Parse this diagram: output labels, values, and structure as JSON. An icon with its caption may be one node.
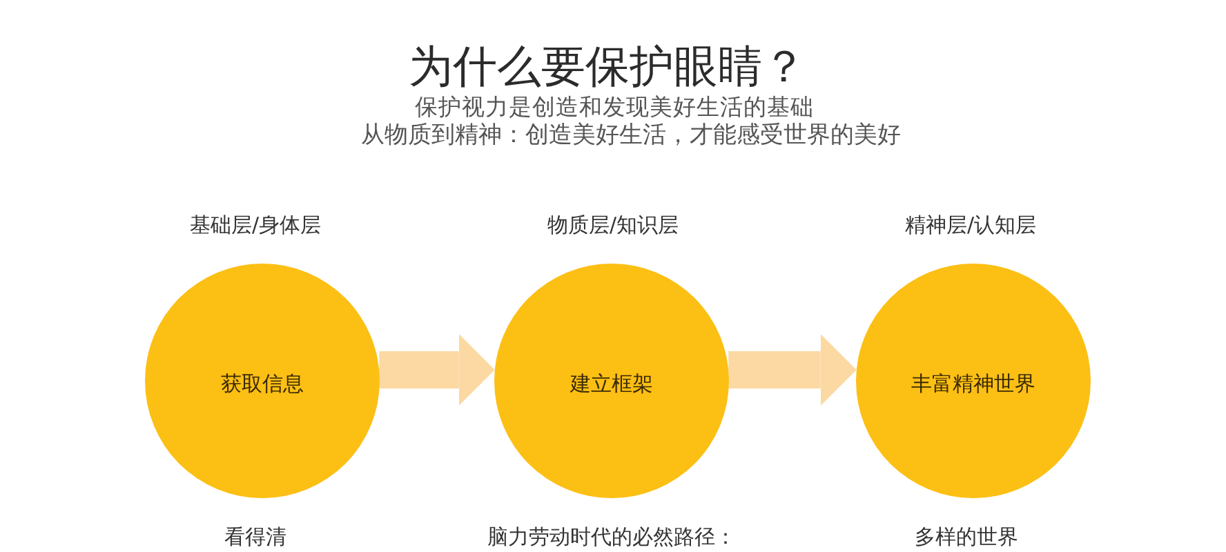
{
  "diagram": {
    "title": "为什么要保护眼睛？",
    "nodes": [
      {
        "text": [
          "获取信息"
        ],
        "beside": [
          "基础层/身体层",
          "看得清"
        ]
      },
      {
        "text": [
          "建立框架"
        ],
        "beside": [
          "物质层/知识层",
          "脑力劳动时代的必然路径："
        ]
      },
      {
        "text": [
          "丰富精神世界"
        ],
        "beside": [
          "精神层/认知层",
          "多样的世界"
        ]
      }
    ],
    "edges": [
      {
        "from": 0,
        "to": 1,
        "arrow": "to"
      },
      {
        "from": 1,
        "to": 2,
        "arrow": "to"
      }
    ],
    "labels": [
      "保护视力是创造和发现美好生活的基础",
      "从物质到精神：创造美好生活，才能感受世界的美好"
    ]
  }
}
